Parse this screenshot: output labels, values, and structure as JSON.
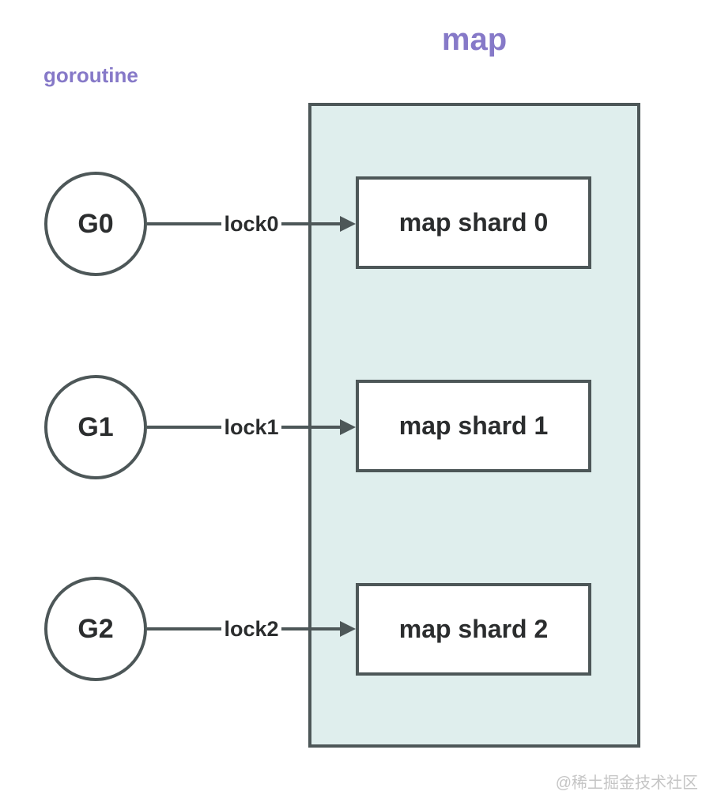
{
  "diagram": {
    "title": "map",
    "lane_label": "goroutine",
    "watermark": "@稀土掘金技术社区",
    "colors": {
      "stroke": "#4d5758",
      "container_fill": "#dfeeed",
      "node_fill": "#ffffff",
      "text": "#2b2d2e",
      "accent": "#8679c8",
      "watermark": "#c5c5c5",
      "background": "#ffffff"
    },
    "rows": [
      {
        "goroutine": "G0",
        "lock": "lock0",
        "shard": "map shard 0"
      },
      {
        "goroutine": "G1",
        "lock": "lock1",
        "shard": "map shard 1"
      },
      {
        "goroutine": "G2",
        "lock": "lock2",
        "shard": "map shard 2"
      }
    ]
  }
}
